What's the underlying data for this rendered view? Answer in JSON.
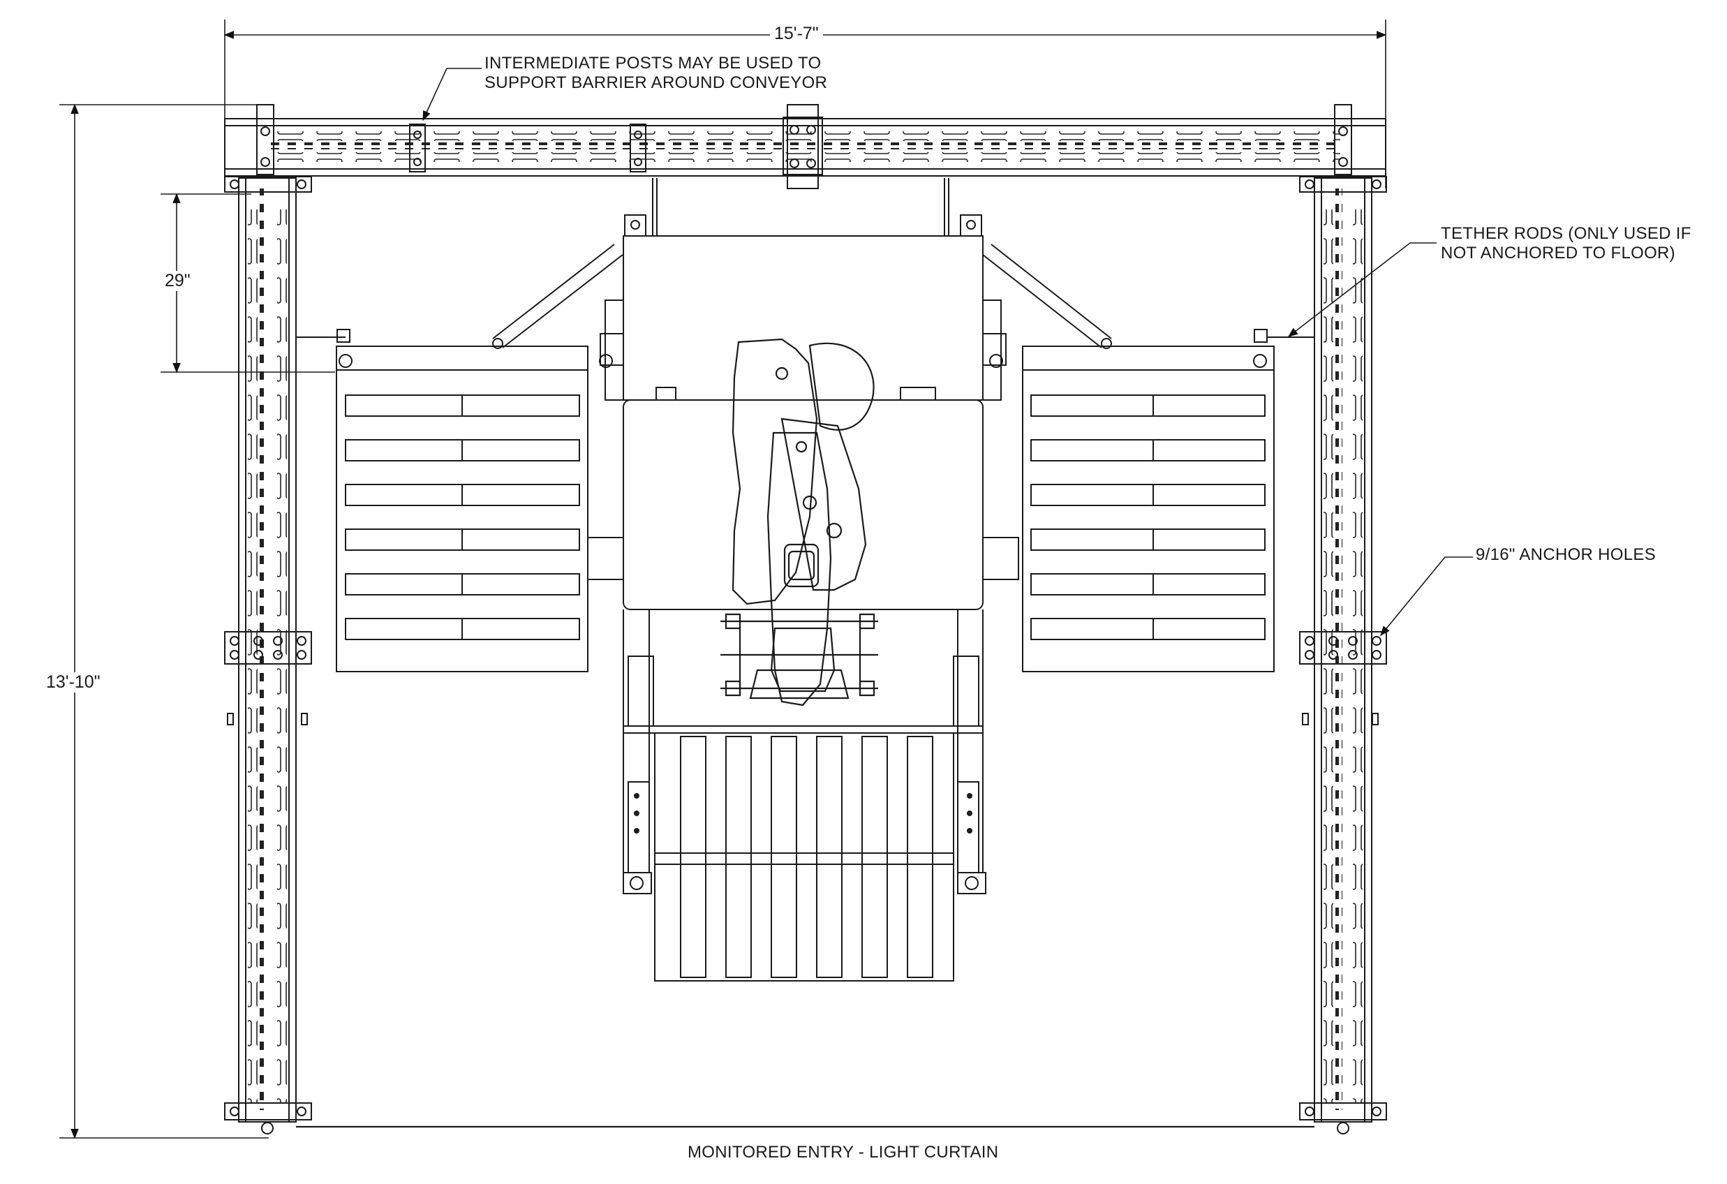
{
  "dimensions": {
    "overall_width": "15'-7\"",
    "overall_depth": "13'-10\"",
    "pallet_offset": "29\""
  },
  "callouts": {
    "intermediate_posts_line1": "INTERMEDIATE POSTS MAY BE USED TO",
    "intermediate_posts_line2": "SUPPORT BARRIER AROUND CONVEYOR",
    "tether_rods_line1": "TETHER RODS (ONLY USED IF",
    "tether_rods_line2": "NOT ANCHORED TO FLOOR)",
    "anchor_holes": "9/16\" ANCHOR HOLES",
    "entry": "MONITORED ENTRY - LIGHT CURTAIN"
  }
}
